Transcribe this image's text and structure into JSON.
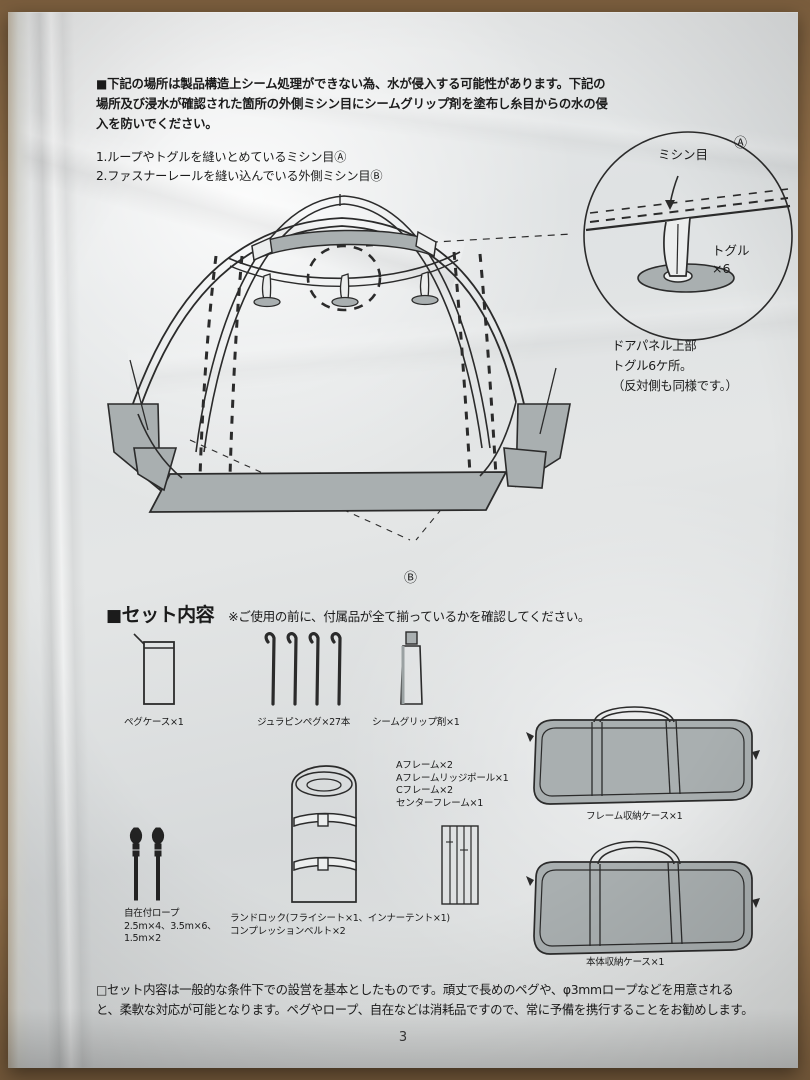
{
  "document": {
    "page_number": "3",
    "note": {
      "bullet": "■",
      "lead": "下記の場所は製品構造上シーム処理ができない為、水が侵入する可能性があります。下記の場所及び浸水が確認された箇所の外側ミシン目にシームグリップ剤を塗布し糸目からの水の侵入を防いでください。",
      "items": [
        "1.ループやトグルを縫いとめているミシン目Ⓐ",
        "2.ファスナーレールを縫い込んでいる外側ミシン目Ⓑ"
      ]
    },
    "detail_a": {
      "marker": "Ⓐ",
      "callout": "ミシン目",
      "part_label": "トグル\n×6",
      "part_label_line1": "トグル",
      "part_label_line2": "×6",
      "caption_lines": [
        "ドアパネル上部",
        "トグル6ケ所。",
        "（反対側も同様です。）"
      ]
    },
    "detail_b": {
      "marker": "Ⓑ"
    },
    "set_contents": {
      "bullet": "■",
      "title": "セット内容",
      "note": "※ご使用の前に、付属品が全て揃っているかを確認してください。",
      "items": [
        {
          "id": "peg-case",
          "label": "ペグケース×1"
        },
        {
          "id": "duralumin-peg",
          "label": "ジュラピンペグ×27本"
        },
        {
          "id": "seam-grip",
          "label": "シームグリップ剤×1"
        },
        {
          "id": "guy-rope",
          "label_lines": [
            "自在付ロープ",
            "2.5m×4、3.5m×6、",
            "1.5m×2"
          ]
        },
        {
          "id": "landlock-roll",
          "label_lines": [
            "ランドロック(フライシート×1、インナーテント×1)",
            "コンプレッションベルト×2"
          ]
        },
        {
          "id": "frames",
          "label_lines": [
            "Aフレーム×2",
            "Aフレームリッジポール×1",
            "Cフレーム×2",
            "センターフレーム×1"
          ]
        },
        {
          "id": "frame-case",
          "label": "フレーム収納ケース×1"
        },
        {
          "id": "body-case",
          "label": "本体収納ケース×1"
        }
      ]
    },
    "footer": {
      "bullet": "□",
      "text": "セット内容は一般的な条件下での設営を基本としたものです。頑丈で長めのペグや、φ3mmロープなどを用意されると、柔軟な対応が可能となります。ペグやロープ、自在などは消耗品ですので、常に予備を携行することをお勧めします。"
    }
  },
  "colors": {
    "paper": "#e2e4e4",
    "ink": "#2b2b2b",
    "fabric_gray": "#a9afb0",
    "desk_wood": "#94714a"
  }
}
